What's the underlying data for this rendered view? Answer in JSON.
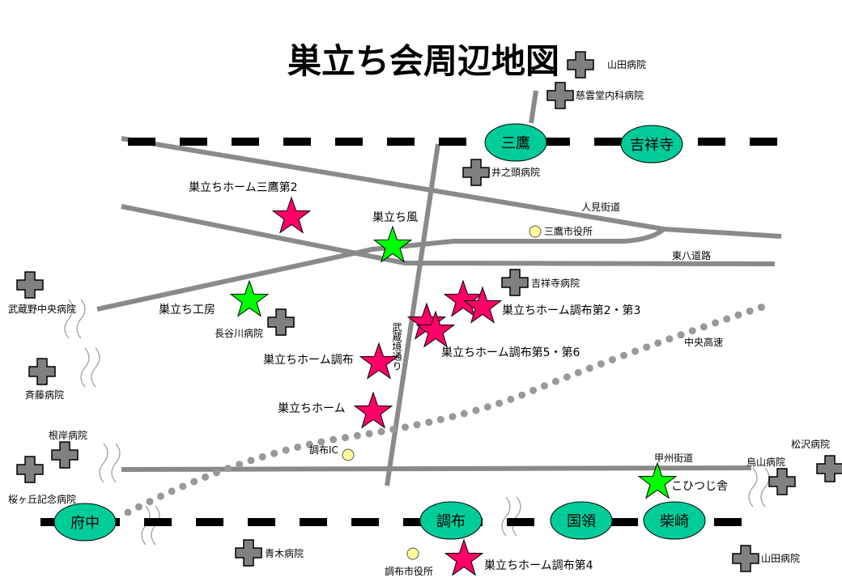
{
  "title": "巣立ち会周辺地図",
  "stations": {
    "mitaka": "三鷹",
    "kichijoji": "吉祥寺",
    "fuchu": "府中",
    "chofu": "調布",
    "kokuryo": "国領",
    "shibasaki": "柴崎"
  },
  "roads": {
    "hitomi": "人見街道",
    "tohachi": "東八道路",
    "chuo": "中央高速",
    "koshu": "甲州街道",
    "musashisakai": "武蔵境通り"
  },
  "hospitals": [
    "山田病院",
    "慈雲堂内科病院",
    "井之頭病院",
    "吉祥寺病院",
    "武蔵野中央病院",
    "長谷川病院",
    "斉藤病院",
    "根岸病院",
    "桜ヶ丘記念病院",
    "青木病院",
    "烏山病院",
    "松沢病院",
    "山田病院"
  ],
  "facilities_home": [
    "巣立ちホーム三鷹第2",
    "巣立ちホーム調布第2・第3",
    "巣立ちホーム調布第5・第6",
    "巣立ちホーム調布",
    "巣立ちホーム",
    "巣立ちホーム調布第4"
  ],
  "facilities_work": [
    "巣立ち風",
    "巣立ち工房",
    "こひつじ舎"
  ],
  "landmarks": [
    "三鷹市役所",
    "調布IC",
    "調布市役所"
  ],
  "colors": {
    "home_star": "#ff0066",
    "work_star": "#00ff00",
    "station": "#00cc99",
    "hospital": "#808080",
    "landmark": "#ffff99"
  }
}
